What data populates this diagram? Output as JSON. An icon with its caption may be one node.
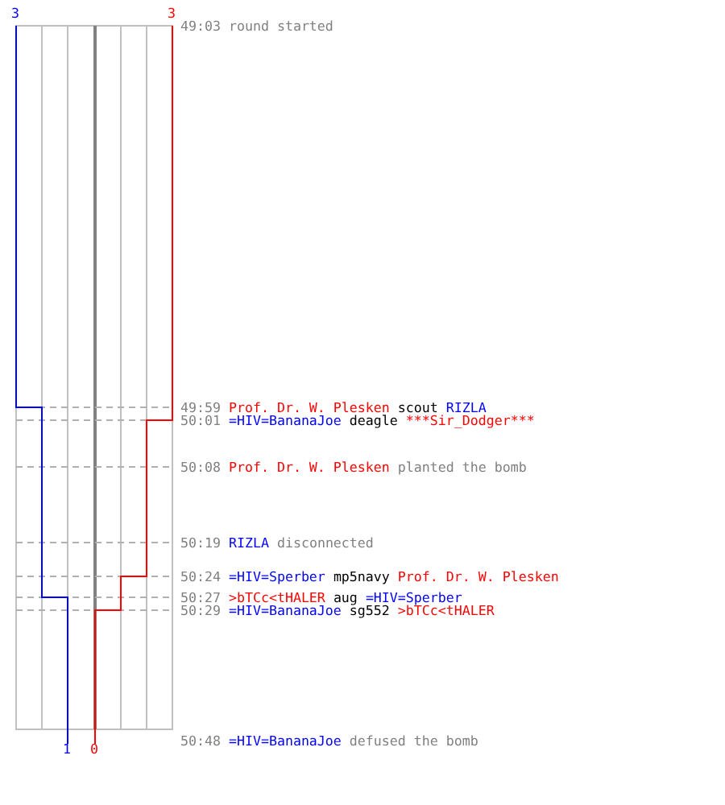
{
  "diagram": {
    "labels": [
      "3",
      "3",
      "49:03",
      "round started",
      "49:59",
      "Prof. Dr. W. Plesken",
      "scout",
      "RIZLA",
      "50:01",
      "=HIV=BananaJoe",
      "deagle",
      "***Sir_Dodger***",
      "50:08",
      "Prof. Dr. W. Plesken",
      "planted the bomb",
      "50:19",
      "RIZLA",
      "disconnected",
      "50:24",
      "=HIV=Sperber",
      "mp5navy",
      "Prof. Dr. W. Plesken",
      "50:27",
      ">bTCc<tHALER",
      "aug",
      "=HIV=Sperber",
      "50:29",
      "=HIV=BananaJoe",
      "sg552",
      ">bTCc<tHALER",
      "1",
      "0",
      "50:48",
      "=HIV=BananaJoe",
      "defused the bomb"
    ]
  }
}
